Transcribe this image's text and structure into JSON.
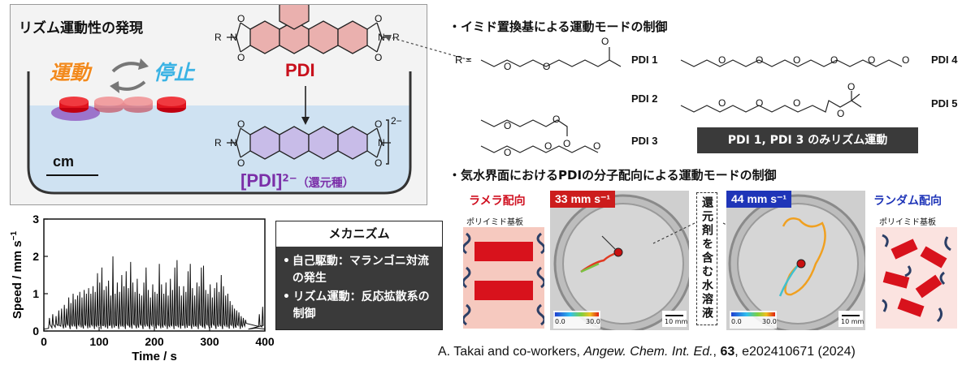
{
  "left_panel": {
    "title": "リズム運動性の発現",
    "move_word": "運動",
    "stop_word": "停止",
    "scale_label": "cm",
    "substituent_R": "R",
    "pdi_label": "PDI",
    "reduced_label": "[PDI]",
    "reduced_charge": "2−",
    "reduced_note": "（還元種）",
    "bracket_charge": "2−",
    "atom_O": "O",
    "atom_N": "N"
  },
  "imide_section": {
    "heading": "・イミド置換基による運動モードの制御",
    "r_equals": "R =",
    "labels": [
      "PDI 1",
      "PDI 2",
      "PDI 3",
      "PDI 4",
      "PDI 5"
    ],
    "atom_O": "O",
    "highlight": "PDI 1, PDI 3 のみリズム運動"
  },
  "interface_section": {
    "heading": "・気水界面におけるPDIの分子配向による運動モードの制御",
    "lamellar": "ラメラ配向",
    "random": "ランダム配向",
    "substrate": "ポリイミド基板",
    "speed_left": "33 mm s⁻¹",
    "speed_right": "44 mm s⁻¹",
    "solution_label": "還元剤を含む水溶液",
    "colorbar_min": "0.0",
    "colorbar_max": "30.0",
    "scalebar": "10 mm"
  },
  "mechanism": {
    "title": "メカニズム",
    "items": [
      "自己駆動：マランゴニ対流の発生",
      "リズム運動：反応拡散系の制御"
    ],
    "bullets": [
      "•",
      "•"
    ]
  },
  "citation": {
    "authors": "A. Takai and co-workers, ",
    "journal": "Angew. Chem. Int. Ed.",
    "sep1": ", ",
    "volume": "63",
    "rest": ", e202410671 (2024)"
  },
  "chart_data": {
    "type": "line",
    "xlabel": "Time / s",
    "ylabel": "Speed / mm s",
    "ylabel_sup": "−1",
    "xlim": [
      0,
      400
    ],
    "ylim": [
      0,
      3
    ],
    "xticks": [
      0,
      100,
      200,
      300,
      400
    ],
    "yticks": [
      0,
      1,
      2,
      3
    ],
    "series": [
      {
        "color": "#111111",
        "peaks": [
          [
            10,
            0.35
          ],
          [
            16,
            0.45
          ],
          [
            22,
            0.4
          ],
          [
            27,
            0.55
          ],
          [
            32,
            0.6
          ],
          [
            37,
            0.7
          ],
          [
            41,
            0.6
          ],
          [
            45,
            0.9
          ],
          [
            49,
            0.75
          ],
          [
            53,
            1.0
          ],
          [
            57,
            0.85
          ],
          [
            61,
            0.95
          ],
          [
            65,
            1.05
          ],
          [
            69,
            0.9
          ],
          [
            73,
            1.1
          ],
          [
            77,
            1.0
          ],
          [
            81,
            1.15
          ],
          [
            85,
            1.0
          ],
          [
            89,
            1.2
          ],
          [
            93,
            1.05
          ],
          [
            97,
            1.55
          ],
          [
            101,
            1.3
          ],
          [
            105,
            1.7
          ],
          [
            109,
            1.1
          ],
          [
            113,
            1.2
          ],
          [
            117,
            1.35
          ],
          [
            121,
            0.95
          ],
          [
            125,
            2.0
          ],
          [
            129,
            1.0
          ],
          [
            133,
            1.3
          ],
          [
            137,
            1.05
          ],
          [
            141,
            1.5
          ],
          [
            145,
            1.2
          ],
          [
            149,
            1.6
          ],
          [
            153,
            1.15
          ],
          [
            157,
            1.85
          ],
          [
            161,
            1.3
          ],
          [
            165,
            1.05
          ],
          [
            169,
            1.4
          ],
          [
            173,
            1.0
          ],
          [
            177,
            0.95
          ],
          [
            181,
            1.3
          ],
          [
            185,
            1.7
          ],
          [
            189,
            1.1
          ],
          [
            193,
            0.9
          ],
          [
            197,
            1.25
          ],
          [
            201,
            1.05
          ],
          [
            205,
            1.0
          ],
          [
            209,
            1.8
          ],
          [
            213,
            1.25
          ],
          [
            217,
            1.0
          ],
          [
            221,
            1.3
          ],
          [
            225,
            0.95
          ],
          [
            229,
            1.4
          ],
          [
            233,
            1.1
          ],
          [
            237,
            1.7
          ],
          [
            241,
            1.9
          ],
          [
            245,
            1.2
          ],
          [
            249,
            0.95
          ],
          [
            253,
            1.2
          ],
          [
            257,
            1.05
          ],
          [
            261,
            1.6
          ],
          [
            265,
            1.8
          ],
          [
            269,
            1.15
          ],
          [
            273,
            0.95
          ],
          [
            277,
            1.3
          ],
          [
            281,
            1.2
          ],
          [
            285,
            1.7
          ],
          [
            289,
            1.75
          ],
          [
            293,
            1.1
          ],
          [
            297,
            1.0
          ],
          [
            301,
            1.25
          ],
          [
            305,
            0.9
          ],
          [
            309,
            1.15
          ],
          [
            313,
            1.3
          ],
          [
            317,
            1.05
          ],
          [
            321,
            1.5
          ],
          [
            325,
            1.2
          ],
          [
            329,
            0.95
          ],
          [
            333,
            1.0
          ],
          [
            337,
            0.8
          ],
          [
            341,
            0.7
          ],
          [
            345,
            0.6
          ],
          [
            349,
            0.55
          ],
          [
            353,
            0.5
          ],
          [
            357,
            0.4
          ],
          [
            361,
            0.35
          ],
          [
            365,
            0.3
          ],
          [
            390,
            0.45
          ],
          [
            396,
            0.65
          ]
        ]
      }
    ]
  }
}
